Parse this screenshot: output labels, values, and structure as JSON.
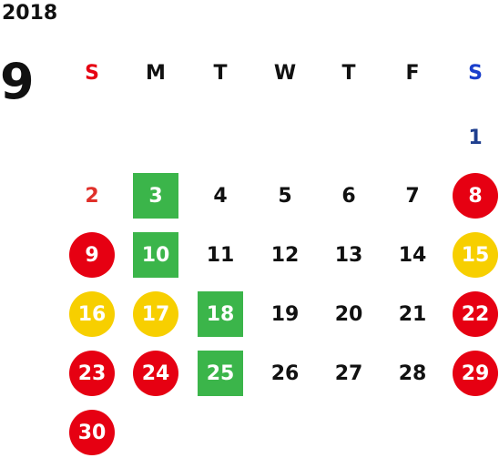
{
  "calendar": {
    "year": "2018",
    "month": "9",
    "weekdays": [
      {
        "label": "S",
        "color": "#e60012"
      },
      {
        "label": "M",
        "color": "#111111"
      },
      {
        "label": "T",
        "color": "#111111"
      },
      {
        "label": "W",
        "color": "#111111"
      },
      {
        "label": "T",
        "color": "#111111"
      },
      {
        "label": "F",
        "color": "#111111"
      },
      {
        "label": "S",
        "color": "#1a3fcc"
      }
    ],
    "colors": {
      "red": "#e60012",
      "yellow": "#f7cf00",
      "green": "#3bb54a",
      "black": "#111111",
      "navy": "#1f3f8f",
      "sunday_text": "#e0302a"
    },
    "days": [
      {
        "label": "1",
        "week": 0,
        "dow": 6,
        "style": "text",
        "color": "navy"
      },
      {
        "label": "2",
        "week": 1,
        "dow": 0,
        "style": "text",
        "color": "sunday_text"
      },
      {
        "label": "3",
        "week": 1,
        "dow": 1,
        "style": "square",
        "color": "green"
      },
      {
        "label": "4",
        "week": 1,
        "dow": 2,
        "style": "text",
        "color": "black"
      },
      {
        "label": "5",
        "week": 1,
        "dow": 3,
        "style": "text",
        "color": "black"
      },
      {
        "label": "6",
        "week": 1,
        "dow": 4,
        "style": "text",
        "color": "black"
      },
      {
        "label": "7",
        "week": 1,
        "dow": 5,
        "style": "text",
        "color": "black"
      },
      {
        "label": "8",
        "week": 1,
        "dow": 6,
        "style": "circle",
        "color": "red"
      },
      {
        "label": "9",
        "week": 2,
        "dow": 0,
        "style": "circle",
        "color": "red"
      },
      {
        "label": "10",
        "week": 2,
        "dow": 1,
        "style": "square",
        "color": "green"
      },
      {
        "label": "11",
        "week": 2,
        "dow": 2,
        "style": "text",
        "color": "black"
      },
      {
        "label": "12",
        "week": 2,
        "dow": 3,
        "style": "text",
        "color": "black"
      },
      {
        "label": "13",
        "week": 2,
        "dow": 4,
        "style": "text",
        "color": "black"
      },
      {
        "label": "14",
        "week": 2,
        "dow": 5,
        "style": "text",
        "color": "black"
      },
      {
        "label": "15",
        "week": 2,
        "dow": 6,
        "style": "circle",
        "color": "yellow"
      },
      {
        "label": "16",
        "week": 3,
        "dow": 0,
        "style": "circle",
        "color": "yellow"
      },
      {
        "label": "17",
        "week": 3,
        "dow": 1,
        "style": "circle",
        "color": "yellow"
      },
      {
        "label": "18",
        "week": 3,
        "dow": 2,
        "style": "square",
        "color": "green"
      },
      {
        "label": "19",
        "week": 3,
        "dow": 3,
        "style": "text",
        "color": "black"
      },
      {
        "label": "20",
        "week": 3,
        "dow": 4,
        "style": "text",
        "color": "black"
      },
      {
        "label": "21",
        "week": 3,
        "dow": 5,
        "style": "text",
        "color": "black"
      },
      {
        "label": "22",
        "week": 3,
        "dow": 6,
        "style": "circle",
        "color": "red"
      },
      {
        "label": "23",
        "week": 4,
        "dow": 0,
        "style": "circle",
        "color": "red"
      },
      {
        "label": "24",
        "week": 4,
        "dow": 1,
        "style": "circle",
        "color": "red"
      },
      {
        "label": "25",
        "week": 4,
        "dow": 2,
        "style": "square",
        "color": "green"
      },
      {
        "label": "26",
        "week": 4,
        "dow": 3,
        "style": "text",
        "color": "black"
      },
      {
        "label": "27",
        "week": 4,
        "dow": 4,
        "style": "text",
        "color": "black"
      },
      {
        "label": "28",
        "week": 4,
        "dow": 5,
        "style": "text",
        "color": "black"
      },
      {
        "label": "29",
        "week": 4,
        "dow": 6,
        "style": "circle",
        "color": "red"
      },
      {
        "label": "30",
        "week": 5,
        "dow": 0,
        "style": "circle",
        "color": "red"
      }
    ]
  }
}
